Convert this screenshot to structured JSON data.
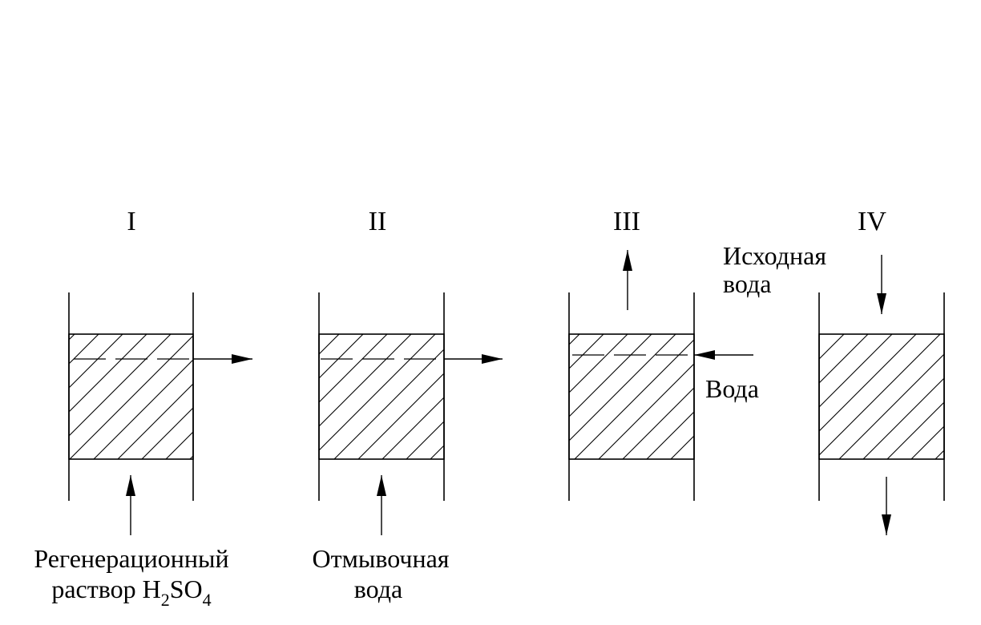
{
  "stages": [
    {
      "label": "I"
    },
    {
      "label": "II"
    },
    {
      "label": "III"
    },
    {
      "label": "IV"
    }
  ],
  "labels": {
    "regen_line1": "Регенерационный",
    "regen_line2_prefix": "раствор H",
    "regen_sub2": "2",
    "regen_mid": "SO",
    "regen_sub4": "4",
    "rinse_line1": "Отмывочная",
    "rinse_line2": "вода",
    "source_line1": "Исходная",
    "source_line2": "вода",
    "water": "Вода"
  }
}
